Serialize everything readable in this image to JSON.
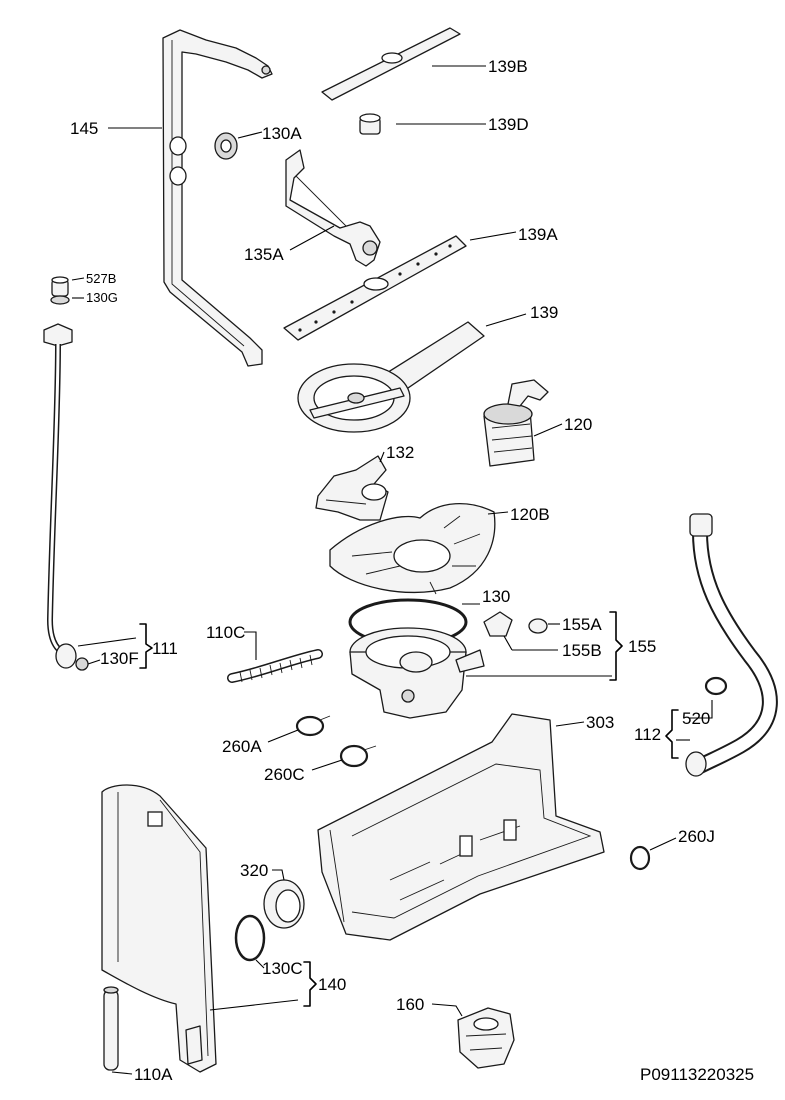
{
  "document_code": "P09113220325",
  "labels": {
    "l145": "145",
    "l130A": "130A",
    "l139B": "139B",
    "l139D": "139D",
    "l135A": "135A",
    "l139A": "139A",
    "l527B": "527B",
    "l130G": "130G",
    "l139": "139",
    "l120": "120",
    "l132": "132",
    "l120B": "120B",
    "l130": "130",
    "l155A": "155A",
    "l155B": "155B",
    "l155": "155",
    "l110C": "110C",
    "l111": "111",
    "l130F": "130F",
    "l260A": "260A",
    "l260C": "260C",
    "l303": "303",
    "l520": "520",
    "l112": "112",
    "l320": "320",
    "l260J": "260J",
    "l130C": "130C",
    "l140": "140",
    "l160": "160",
    "l110A": "110A"
  }
}
